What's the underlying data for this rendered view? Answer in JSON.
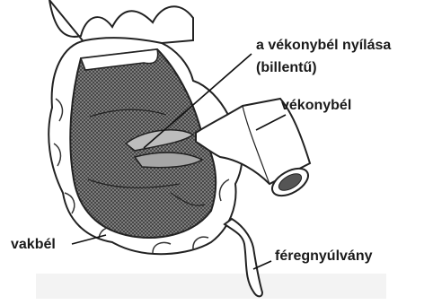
{
  "labels": {
    "valve_line1": "a vékonybél nyílása",
    "valve_line2": "(billentű)",
    "small_intestine": "vékonybél",
    "cecum": "vakbél",
    "appendix": "féregnyúlvány"
  }
}
